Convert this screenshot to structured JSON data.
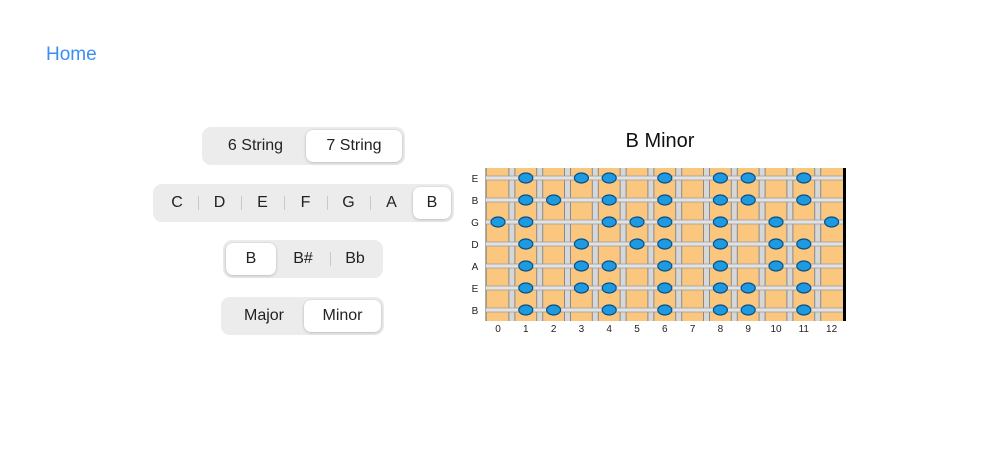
{
  "nav": {
    "home": "Home"
  },
  "string_count": {
    "options": [
      "6 String",
      "7 String"
    ],
    "selected": 1
  },
  "root_note": {
    "options": [
      "C",
      "D",
      "E",
      "F",
      "G",
      "A",
      "B"
    ],
    "selected": 6
  },
  "accidental": {
    "options": [
      "B",
      "B#",
      "Bb"
    ],
    "selected": 0
  },
  "scale_type": {
    "options": [
      "Major",
      "Minor"
    ],
    "selected": 1
  },
  "fretboard": {
    "title": "B Minor",
    "string_labels": [
      "E",
      "B",
      "G",
      "D",
      "A",
      "E",
      "B"
    ],
    "fret_numbers": [
      "0",
      "1",
      "2",
      "3",
      "4",
      "5",
      "6",
      "7",
      "8",
      "9",
      "10",
      "11",
      "12"
    ],
    "notes_by_string": [
      [
        1,
        3,
        4,
        6,
        8,
        9,
        11
      ],
      [
        1,
        2,
        4,
        6,
        8,
        9,
        11
      ],
      [
        0,
        1,
        4,
        5,
        6,
        8,
        10,
        12
      ],
      [
        1,
        3,
        5,
        6,
        8,
        10,
        11
      ],
      [
        1,
        3,
        4,
        6,
        8,
        10,
        11
      ],
      [
        1,
        3,
        4,
        6,
        8,
        9,
        11
      ],
      [
        1,
        2,
        4,
        6,
        8,
        9,
        11
      ]
    ],
    "colors": {
      "wood": "#fbc77e",
      "string": "#9a9a9a",
      "fret": "#8a8a8a",
      "nut": "#000000",
      "note_fill": "#1e9ae0",
      "note_stroke": "#0a4f86"
    }
  }
}
